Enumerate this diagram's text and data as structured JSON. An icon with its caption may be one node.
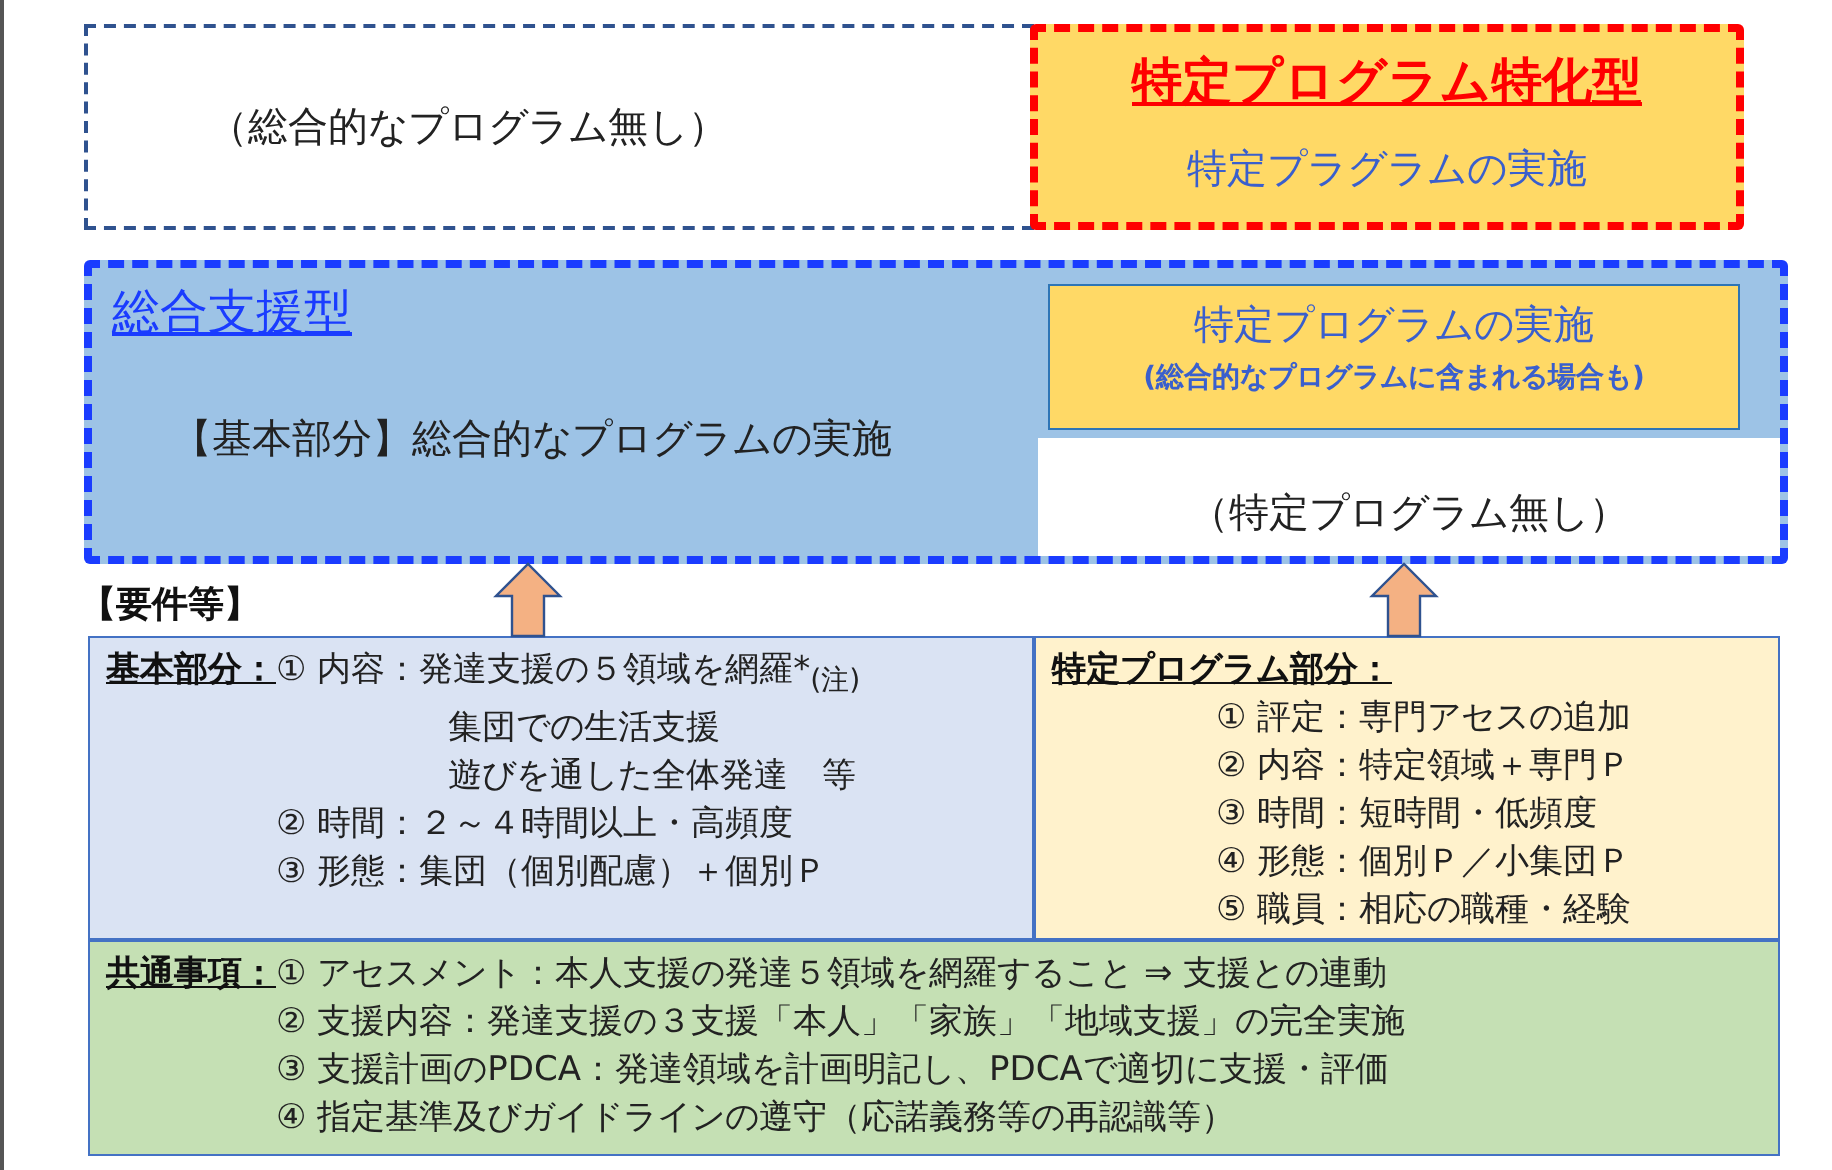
{
  "diagram": {
    "nodes": [
      {
        "text": [
          "（総合的なプログラム無し）"
        ]
      },
      {
        "text": [
          "特定プログラム特化型",
          "特定プラグラムの実施"
        ]
      },
      {
        "text": [
          "総合支援型",
          "【基本部分】総合的なプログラムの実施"
        ]
      },
      {
        "text": [
          "特定プログラムの実施",
          "(総合的なプログラムに含まれる場合も)"
        ],
        "in": 2
      },
      {
        "text": [
          "（特定プログラム無し）"
        ],
        "in": 2
      },
      {
        "text": [
          "基本部分：",
          "① 内容：発達支援の５領域を網羅*$_{(注)}$",
          "集団での生活支援",
          "遊びを通した全体発達　等",
          "② 時間：２～４時間以上・高頻度",
          "③ 形態：集団（個別配慮）＋個別Ｐ"
        ]
      },
      {
        "text": [
          "特定プログラム部分：",
          "① 評定：専門アセスの追加",
          "② 内容：特定領域＋専門Ｐ",
          "③ 時間：短時間・低頻度",
          "④ 形態：個別Ｐ／小集団Ｐ",
          "⑤ 職員：相応の職種・経験"
        ]
      },
      {
        "text": [
          "共通事項：",
          "① アセスメント：本人支援の発達５領域を網羅すること ⇒ 支援との連動",
          "② 支援内容：発達支援の３支援「本人」「家族」「地域支援」の完全実施",
          "③ 支援計画のPDCA：発達領域を計画明記し、PDCAで適切に支援・評価",
          "④ 指定基準及びガイドラインの遵守（応諾義務等の再認識等）"
        ]
      }
    ],
    "edges": [
      {
        "from": 5,
        "to": 2,
        "arrow": "to"
      },
      {
        "from": 6,
        "to": 2,
        "arrow": "to"
      }
    ],
    "labels": [
      "【要件等】"
    ]
  }
}
